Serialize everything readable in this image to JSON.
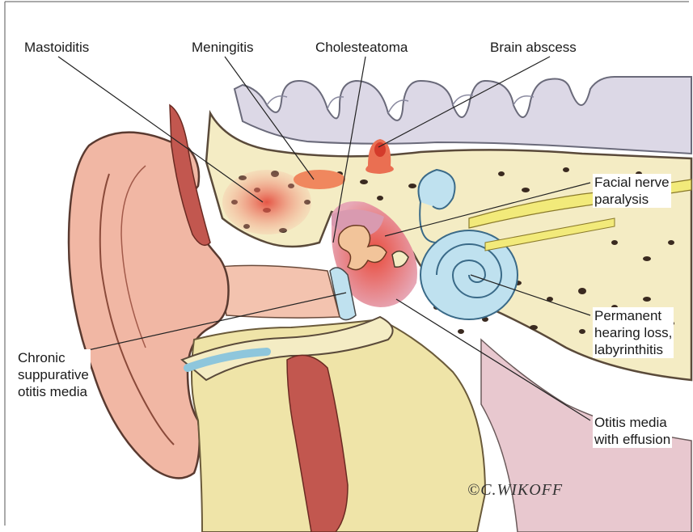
{
  "labels": {
    "mastoiditis": "Mastoiditis",
    "meningitis": "Meningitis",
    "cholesteatoma": "Cholesteatoma",
    "brain_abscess": "Brain abscess",
    "facial_nerve_1": "Facial nerve",
    "facial_nerve_2": "paralysis",
    "permanent_1": "Permanent",
    "permanent_2": "hearing loss,",
    "permanent_3": "labyrinthitis",
    "chronic_1": "Chronic",
    "chronic_2": "suppurative",
    "chronic_3": "otitis media",
    "ome_1": "Otitis media",
    "ome_2": "with effusion"
  },
  "signature": "©C.WIKOFF",
  "colors": {
    "skin": "#f1b7a4",
    "bone": "#f4ecc4",
    "soft_tissue": "#efe4a8",
    "brain": "#dcd8e6",
    "infection": "#e6513f",
    "cochlea": "#bfe1ef",
    "muscle": "#c2574f",
    "nerve": "#f2ea7a"
  }
}
